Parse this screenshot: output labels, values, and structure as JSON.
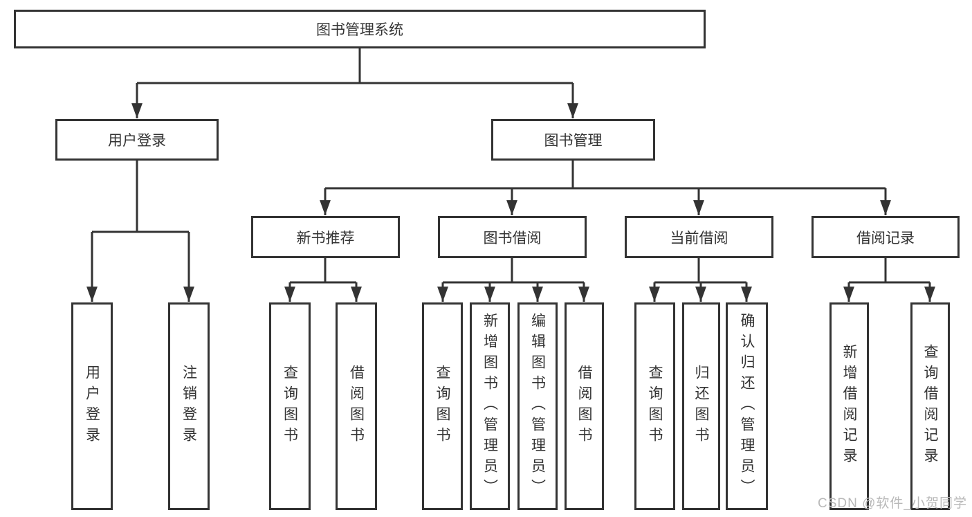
{
  "diagram_title": "图书管理系统",
  "nodes": {
    "root": "图书管理系统",
    "user_login": "用户登录",
    "book_mgmt": "图书管理",
    "user_login_leaf": "用户登录",
    "logout_leaf": "注销登录",
    "new_book_rec": "新书推荐",
    "nbr_query": "查询图书",
    "nbr_borrow": "借阅图书",
    "book_borrow": "图书借阅",
    "bb_query": "查询图书",
    "bb_add": "新增图书（管理员）",
    "bb_edit": "编辑图书（管理员）",
    "bb_borrow": "借阅图书",
    "current_borrow": "当前借阅",
    "cb_query": "查询图书",
    "cb_return": "归还图书",
    "cb_confirm": "确认归还（管理员）",
    "borrow_records": "借阅记录",
    "br_add": "新增借阅记录",
    "br_query": "查询借阅记录"
  },
  "hierarchy": {
    "图书管理系统": {
      "用户登录": [
        "用户登录",
        "注销登录"
      ],
      "图书管理": {
        "新书推荐": [
          "查询图书",
          "借阅图书"
        ],
        "图书借阅": [
          "查询图书",
          "新增图书（管理员）",
          "编辑图书（管理员）",
          "借阅图书"
        ],
        "当前借阅": [
          "查询图书",
          "归还图书",
          "确认归还（管理员）"
        ],
        "借阅记录": [
          "新增借阅记录",
          "查询借阅记录"
        ]
      }
    }
  },
  "watermark": "CSDN @软件_小贺同学",
  "colors": {
    "line": "#333333",
    "text": "#333333",
    "box_background": "#ffffff",
    "watermark": "#b9b9b9",
    "page_background": "#ffffff"
  }
}
